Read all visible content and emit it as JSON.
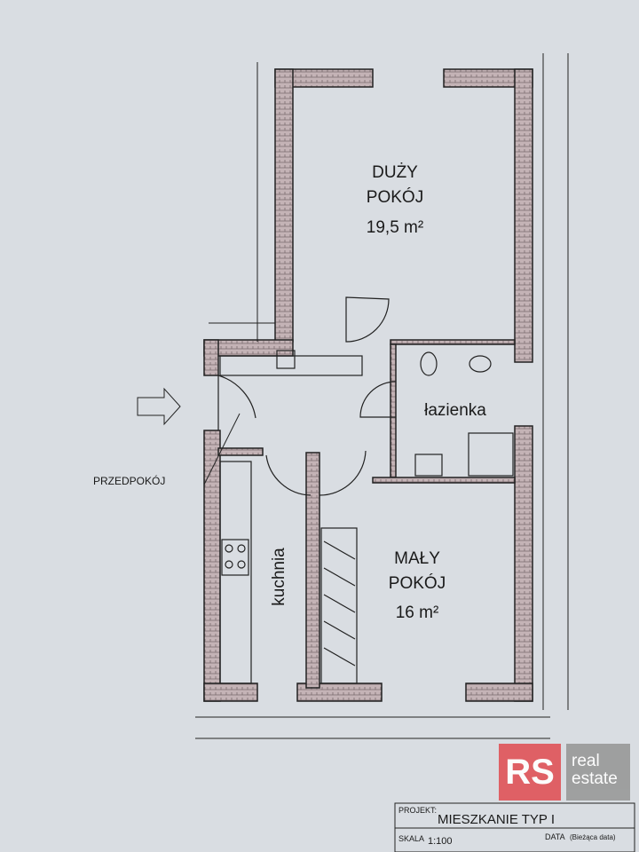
{
  "rooms": {
    "large_room": {
      "line1": "DUŻY",
      "line2": "POKÓJ",
      "area": "19,5 m²"
    },
    "bathroom": {
      "name": "łazienka"
    },
    "small_room": {
      "line1": "MAŁY",
      "line2": "POKÓJ",
      "area": "16 m²"
    },
    "kitchen": {
      "name": "kuchnia"
    },
    "hall": {
      "name": "PRZEDPOKÓJ"
    }
  },
  "title_block": {
    "project_label": "PROJEKT:",
    "project_value": "MIESZKANIE TYP I",
    "scale_label": "SKALA",
    "scale_value": "1:100",
    "date_label": "DATA",
    "date_value": "(Bieżąca data)"
  },
  "logo": {
    "mark": "RS",
    "line1": "real",
    "line2": "estate",
    "colors": {
      "mark": "#e0565b",
      "text_box": "#9a9a9a"
    }
  },
  "colors": {
    "background": "#d9dde2",
    "wall": "#b9a9ad",
    "line": "#222222"
  }
}
